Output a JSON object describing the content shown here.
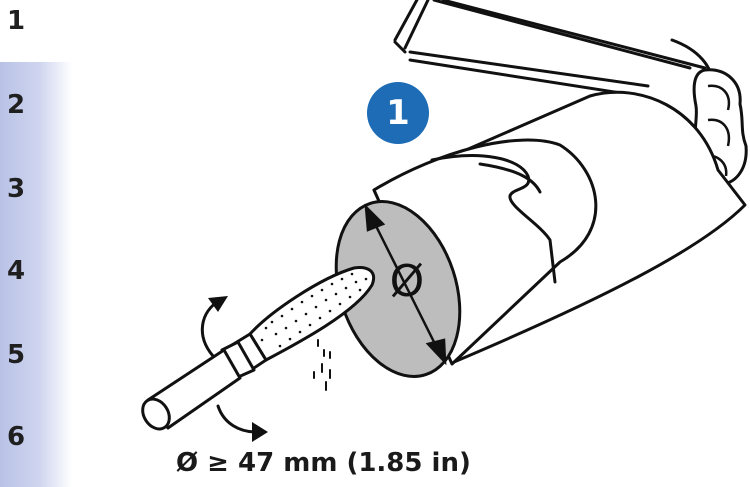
{
  "sidebar": {
    "tabs": [
      {
        "label": "1"
      },
      {
        "label": "2"
      },
      {
        "label": "3"
      },
      {
        "label": "4"
      },
      {
        "label": "5"
      },
      {
        "label": "6"
      }
    ]
  },
  "step_badge": {
    "label": "1"
  },
  "diameter_symbol": "Ø",
  "caption": "Ø ≥ 47 mm (1.85 in)",
  "colors": {
    "tab_gradient": "#b9c2e6",
    "badge": "#1d6cb5",
    "roll_face": "#bdbdbd"
  }
}
